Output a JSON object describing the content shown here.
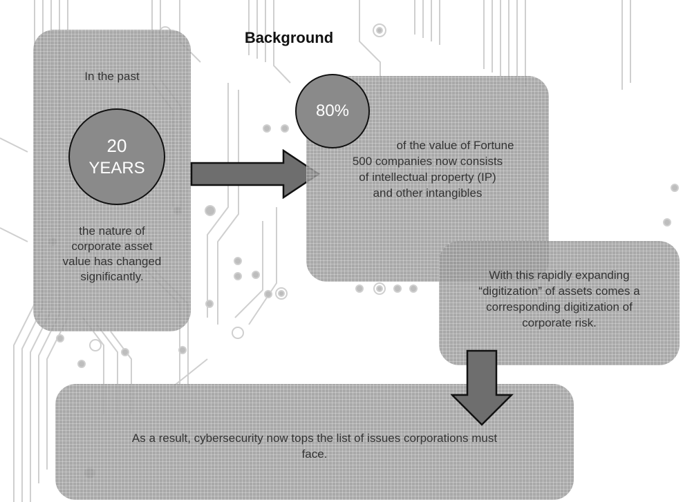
{
  "title": "Background",
  "past": {
    "top_text": "In the past",
    "circle_line1": "20",
    "circle_line2": "YEARS",
    "bottom_lines": [
      "the nature of",
      "corporate asset",
      "value has changed",
      "significantly."
    ]
  },
  "fortune": {
    "circle_label": "80%",
    "lines": [
      "of the value of Fortune",
      "500 companies now consists",
      "of intellectual property (IP)",
      "and other intangibles"
    ]
  },
  "digitization": {
    "lines": [
      "With this rapidly expanding",
      "“digitization” of assets comes a",
      "corresponding digitization of",
      "corporate risk."
    ]
  },
  "result": {
    "lines": [
      "As a result, cybersecurity now tops the list of issues corporations must",
      "face."
    ]
  },
  "icons": {
    "right_arrow": "right-arrow-icon",
    "down_arrow": "down-arrow-icon",
    "background": "circuit-board-pattern"
  },
  "colors": {
    "box_fill": "#969696",
    "circle_fill": "#8a8a8a",
    "arrow_fill": "#6e6e6e",
    "circuit": "#cfcfcf"
  }
}
